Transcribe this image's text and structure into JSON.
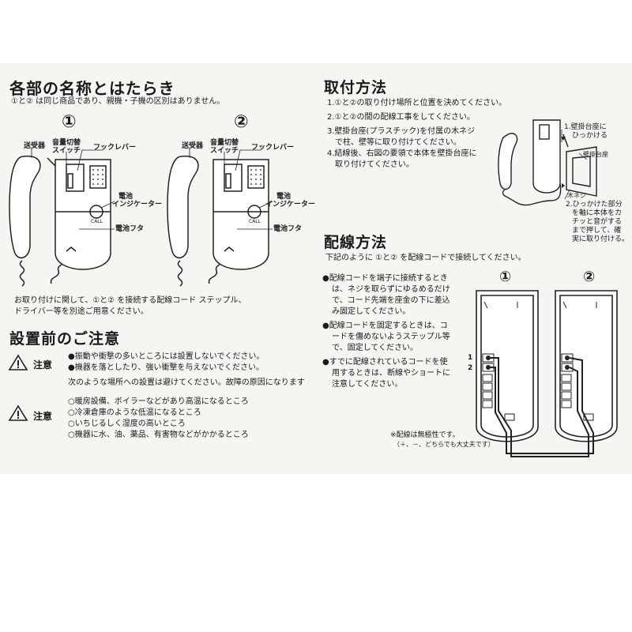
{
  "left": {
    "parts_title": "各部の名称とはたらき",
    "parts_note": "①と② は同じ商品であり、親機・子機の区別はありません。",
    "unit1_no": "①",
    "unit2_no": "②",
    "labels": {
      "receiver": "送受器",
      "volume_switch_l1": "音量切替",
      "volume_switch_l2": "スイッチ",
      "hook_lever": "フックレバー",
      "battery_l1": "電池",
      "battery_l2": "インジケーター",
      "battery_cover": "電池フタ",
      "call": "CALL"
    },
    "install_note_l1": "お取り付けに関して、①と② を接続する配線コード ステップル、",
    "install_note_l2": "ドライバー等を別途ご用意ください。",
    "caution_title": "設置前のご注意",
    "caution_label": "注意",
    "caution1_items": [
      "●振動や衝撃の多いところには設置しないでください。",
      "●機器を落としたり、強い衝撃を与えないでください。"
    ],
    "places_intro": "次のような場所への設置は避けてください。故障の原因になります",
    "caution2_items": [
      "○暖房設備、ボイラーなどがあり高温になるところ",
      "○冷凍倉庫のような低温になるところ",
      "○いちじるしく湿度の高いところ",
      "○機器に水、油、薬品、有害物などがかかるところ"
    ]
  },
  "right": {
    "mount_title": "取付方法",
    "mount_steps": [
      "1.①と②の取り付け場所と位置を決めてください。",
      "2.①と②の間の配線工事をしてください。",
      "3.壁掛台座(プラスチック)を付属の木ネジ",
      "で柱、壁等に取り付けてください。",
      "4.結線後、右図の要領で本体を壁掛台座に",
      "取り付けてください。"
    ],
    "mount_diagram": {
      "step1_l1": "1.壁掛台座に",
      "step1_l2": "ひっかける",
      "base": "壁掛台座",
      "screw": "木ネジ",
      "step2_lines": [
        "2.ひっかけた部分",
        "を軸に本体をカ",
        "チッと音がする",
        "まで押して、確",
        "実に取り付ける。"
      ]
    },
    "wiring_title": "配線方法",
    "wiring_intro": "下記のように ①と② を配線コードで接続してください。",
    "wiring_notes": [
      "●配線コードを端子に接続するとき",
      "は、ネジを取らずにゆるめるだけ",
      "で、コード先端を座金の下に差込",
      "み固定してください。",
      "●配線コードを固定するときは、コ",
      "ードを傷めないようステップル等",
      "で、固定してください。",
      "●すでに配線されているコードを使",
      "用するときは、断線やショートに",
      "注意してください。"
    ],
    "unit1_no": "①",
    "unit2_no": "②",
    "terminal_1": "1",
    "terminal_2": "2",
    "polarity_l1": "※配線は無極性です。",
    "polarity_l2": "（＋、－、どちらでも大丈夫です）"
  }
}
